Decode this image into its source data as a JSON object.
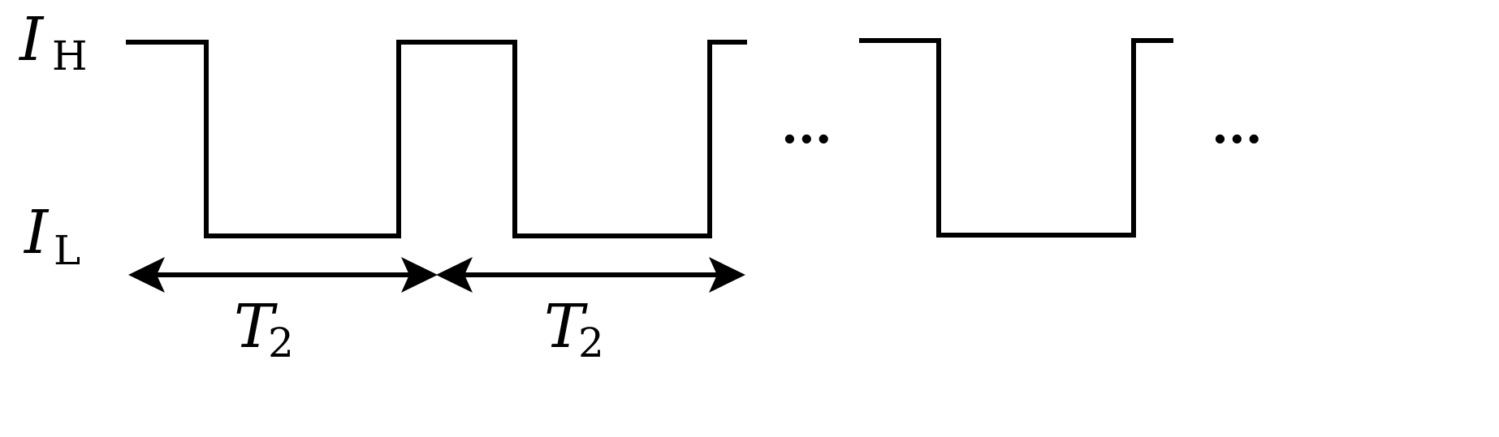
{
  "labels": {
    "high_symbol": "I",
    "high_subscript": "H",
    "low_symbol": "I",
    "low_subscript": "L",
    "period_1_symbol": "T",
    "period_1_subscript": "2",
    "period_2_symbol": "T",
    "period_2_subscript": "2",
    "ellipsis_1": "...",
    "ellipsis_2": "..."
  },
  "colors": {
    "stroke": "#000000",
    "background": "#ffffff"
  }
}
